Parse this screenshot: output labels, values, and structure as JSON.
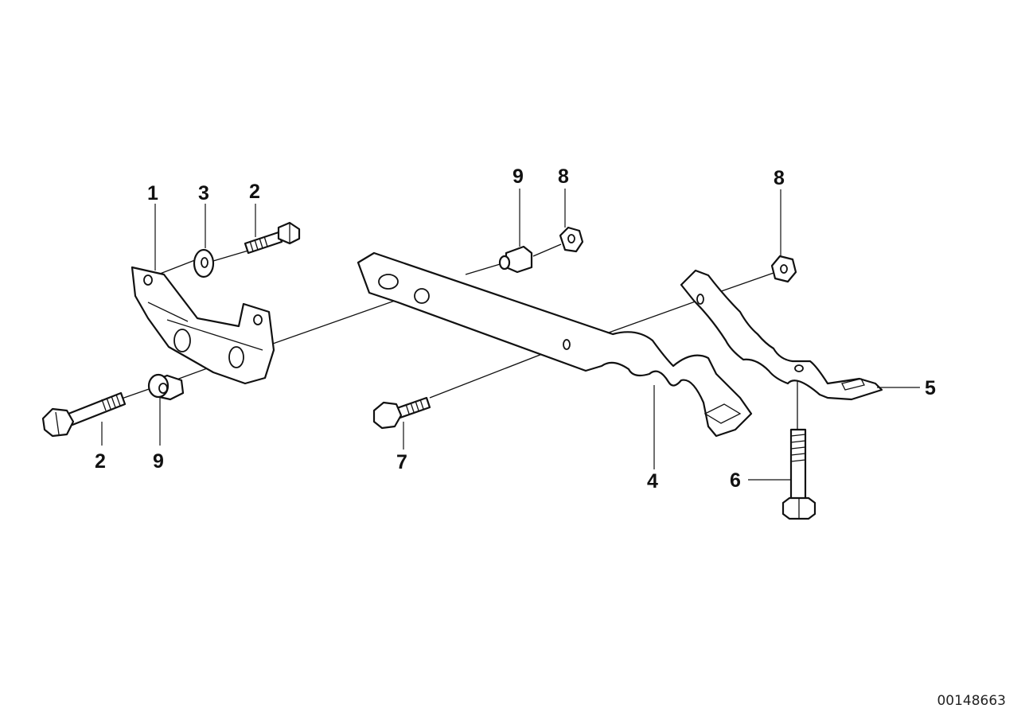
{
  "diagram": {
    "callouts": [
      {
        "id": "c1",
        "label": "1",
        "part": "bracket-left"
      },
      {
        "id": "c3",
        "label": "3",
        "part": "washer"
      },
      {
        "id": "c2a",
        "label": "2",
        "part": "hex-bolt-upper"
      },
      {
        "id": "c2b",
        "label": "2",
        "part": "hex-bolt-lower"
      },
      {
        "id": "c9a",
        "label": "9",
        "part": "spacer-sleeve-lower"
      },
      {
        "id": "c9b",
        "label": "9",
        "part": "spacer-sleeve-upper"
      },
      {
        "id": "c8a",
        "label": "8",
        "part": "nut-center"
      },
      {
        "id": "c8b",
        "label": "8",
        "part": "nut-right"
      },
      {
        "id": "c7",
        "label": "7",
        "part": "hex-bolt-center"
      },
      {
        "id": "c4",
        "label": "4",
        "part": "long-strap-bracket"
      },
      {
        "id": "c5",
        "label": "5",
        "part": "rear-strap-bracket"
      },
      {
        "id": "c6",
        "label": "6",
        "part": "long-hex-bolt"
      }
    ],
    "document_number": "00148663"
  }
}
